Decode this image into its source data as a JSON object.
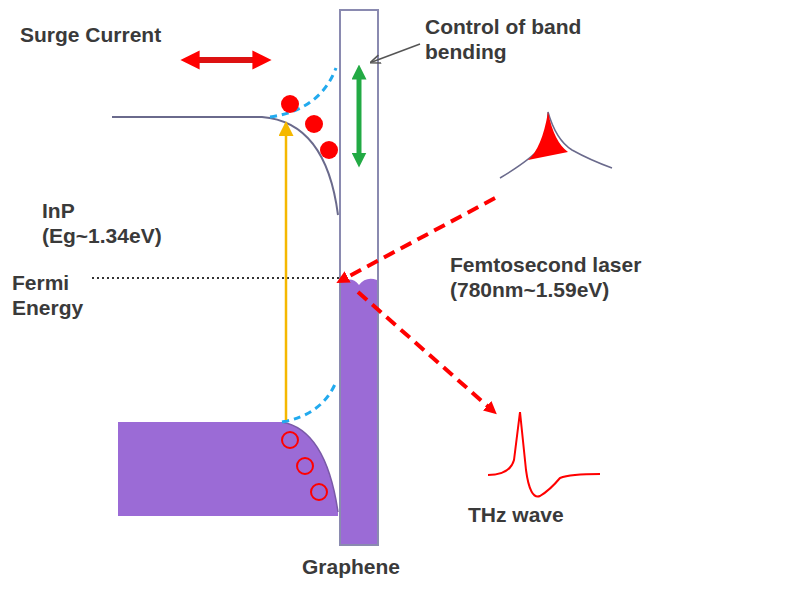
{
  "diagram": {
    "labels": [
      "Surge Current",
      "Control of band bending",
      "InP (Eg~1.34eV)",
      "Femtosecond laser (780nm~1.59eV)",
      "Fermi Energy",
      "THz wave",
      "Graphene"
    ]
  }
}
